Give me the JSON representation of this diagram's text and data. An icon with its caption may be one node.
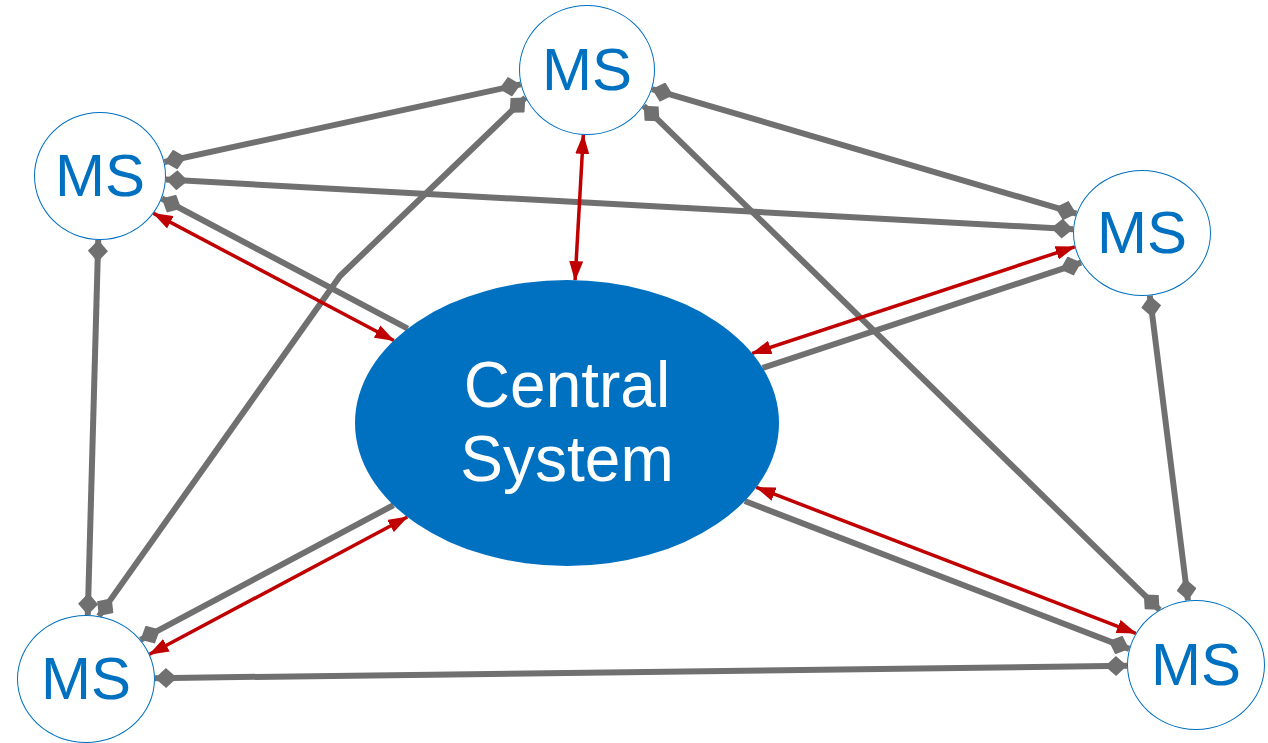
{
  "diagram": {
    "nodes": [
      {
        "text": [
          "MS"
        ]
      },
      {
        "text": [
          "MS"
        ]
      },
      {
        "text": [
          "MS"
        ]
      },
      {
        "text": [
          "Central System"
        ]
      },
      {
        "text": [
          "MS"
        ]
      },
      {
        "text": [
          "MS"
        ]
      }
    ],
    "edges": [
      {
        "from": 1,
        "to": 0,
        "arrow": "other"
      },
      {
        "from": 1,
        "to": 2,
        "arrow": "other"
      },
      {
        "from": 0,
        "to": 2,
        "arrow": "other"
      },
      {
        "from": 0,
        "to": 4,
        "arrow": "other"
      },
      {
        "from": 0,
        "to": 5,
        "arrow": "other"
      },
      {
        "from": 1,
        "to": 4,
        "arrow": "other"
      },
      {
        "from": 2,
        "to": 5,
        "arrow": "other"
      },
      {
        "from": 4,
        "to": 5,
        "arrow": "other"
      },
      {
        "from": 3,
        "to": 1,
        "arrow": "other"
      },
      {
        "from": 3,
        "to": 2,
        "arrow": "other"
      },
      {
        "from": 3,
        "to": 4,
        "arrow": "other"
      },
      {
        "from": 3,
        "to": 5,
        "arrow": "other"
      },
      {
        "from": 3,
        "to": 0,
        "arrow": "both",
        "color": "#c00000"
      },
      {
        "from": 3,
        "to": 1,
        "arrow": "both",
        "color": "#c00000"
      },
      {
        "from": 3,
        "to": 2,
        "arrow": "both",
        "color": "#c00000"
      },
      {
        "from": 3,
        "to": 4,
        "arrow": "both",
        "color": "#c00000"
      },
      {
        "from": 3,
        "to": 5,
        "arrow": "both",
        "color": "#c00000"
      }
    ]
  }
}
